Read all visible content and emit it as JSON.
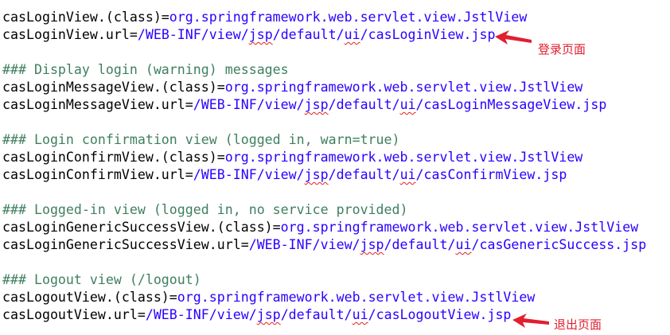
{
  "lines": [
    {
      "type": "prop",
      "key": "casLoginView.(class)=",
      "value": "org.springframework.web.servlet.view.JstlView"
    },
    {
      "type": "prop",
      "key": "casLoginView.url=",
      "value_parts": [
        "/WEB-INF/view/",
        "jsp",
        "/default/",
        "ui",
        "/casLoginView.jsp"
      ]
    },
    {
      "type": "blank"
    },
    {
      "type": "comment",
      "text": "### Display login (warning) messages"
    },
    {
      "type": "prop",
      "key": "casLoginMessageView.(class)=",
      "value": "org.springframework.web.servlet.view.JstlView"
    },
    {
      "type": "prop",
      "key": "casLoginMessageView.url=",
      "value_parts": [
        "/WEB-INF/view/",
        "jsp",
        "/default/",
        "ui",
        "/casLoginMessageView.jsp"
      ]
    },
    {
      "type": "blank"
    },
    {
      "type": "comment",
      "text": "### Login confirmation view (logged in, warn=true)"
    },
    {
      "type": "prop",
      "key": "casLoginConfirmView.(class)=",
      "value": "org.springframework.web.servlet.view.JstlView"
    },
    {
      "type": "prop",
      "key": "casLoginConfirmView.url=",
      "value_parts": [
        "/WEB-INF/view/",
        "jsp",
        "/default/",
        "ui",
        "/casConfirmView.jsp"
      ]
    },
    {
      "type": "blank"
    },
    {
      "type": "comment",
      "text": "### Logged-in view (logged in, no service provided)"
    },
    {
      "type": "prop",
      "key": "casLoginGenericSuccessView.(class)=",
      "value": "org.springframework.web.servlet.view.JstlView"
    },
    {
      "type": "prop",
      "key": "casLoginGenericSuccessView.url=",
      "value_parts": [
        "/WEB-INF/view/",
        "jsp",
        "/default/",
        "ui",
        "/casGenericSuccess.jsp"
      ]
    },
    {
      "type": "blank"
    },
    {
      "type": "comment",
      "text": "### Logout view (/logout)"
    },
    {
      "type": "prop",
      "key": "casLogoutView.(class)=",
      "value": "org.springframework.web.servlet.view.JstlView"
    },
    {
      "type": "prop",
      "key": "casLogoutView.url=",
      "value_parts": [
        "/WEB-INF/view/",
        "jsp",
        "/default/",
        "ui",
        "/casLogoutView.jsp"
      ]
    }
  ],
  "annotations": {
    "login": "登录页面",
    "logout": "退出页面"
  },
  "colors": {
    "key": "#000000",
    "value": "#2a00ff",
    "comment": "#3f7f5f",
    "annotation": "#e0202f"
  }
}
